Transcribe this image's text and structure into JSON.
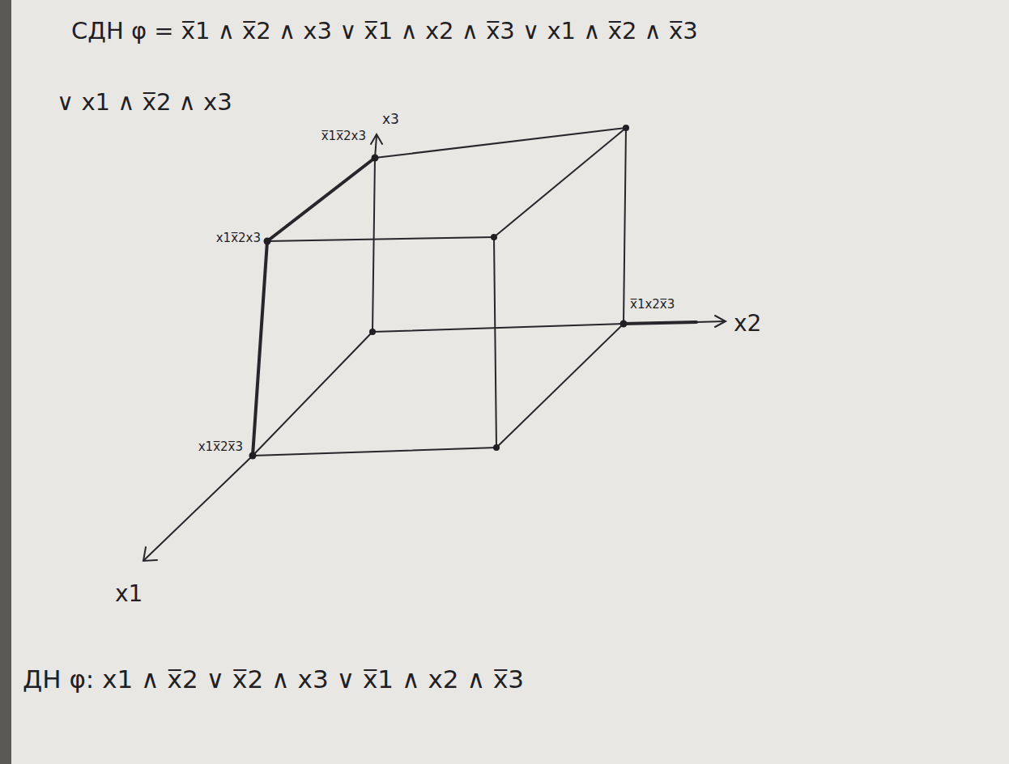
{
  "diagram": {
    "labels": [
      "СДН φ = x̅1 ∧ x̅2 ∧ x3 ∨ x̅1 ∧ x2 ∧ x̅3 ∨ x1 ∧ x̅2 ∧ x̅3",
      "∨ x1 ∧ x̅2 ∧ x3",
      "x3",
      "x̅1x̅2x3",
      "x1x̅2x3",
      "x̅1x2x̅3",
      "x2",
      "x1x̅2x̅3",
      "x1",
      "ДН φ: x1 ∧ x̅2 ∨ x̅2 ∧ x3 ∨ x̅1 ∧ x2 ∧ x̅3"
    ]
  }
}
